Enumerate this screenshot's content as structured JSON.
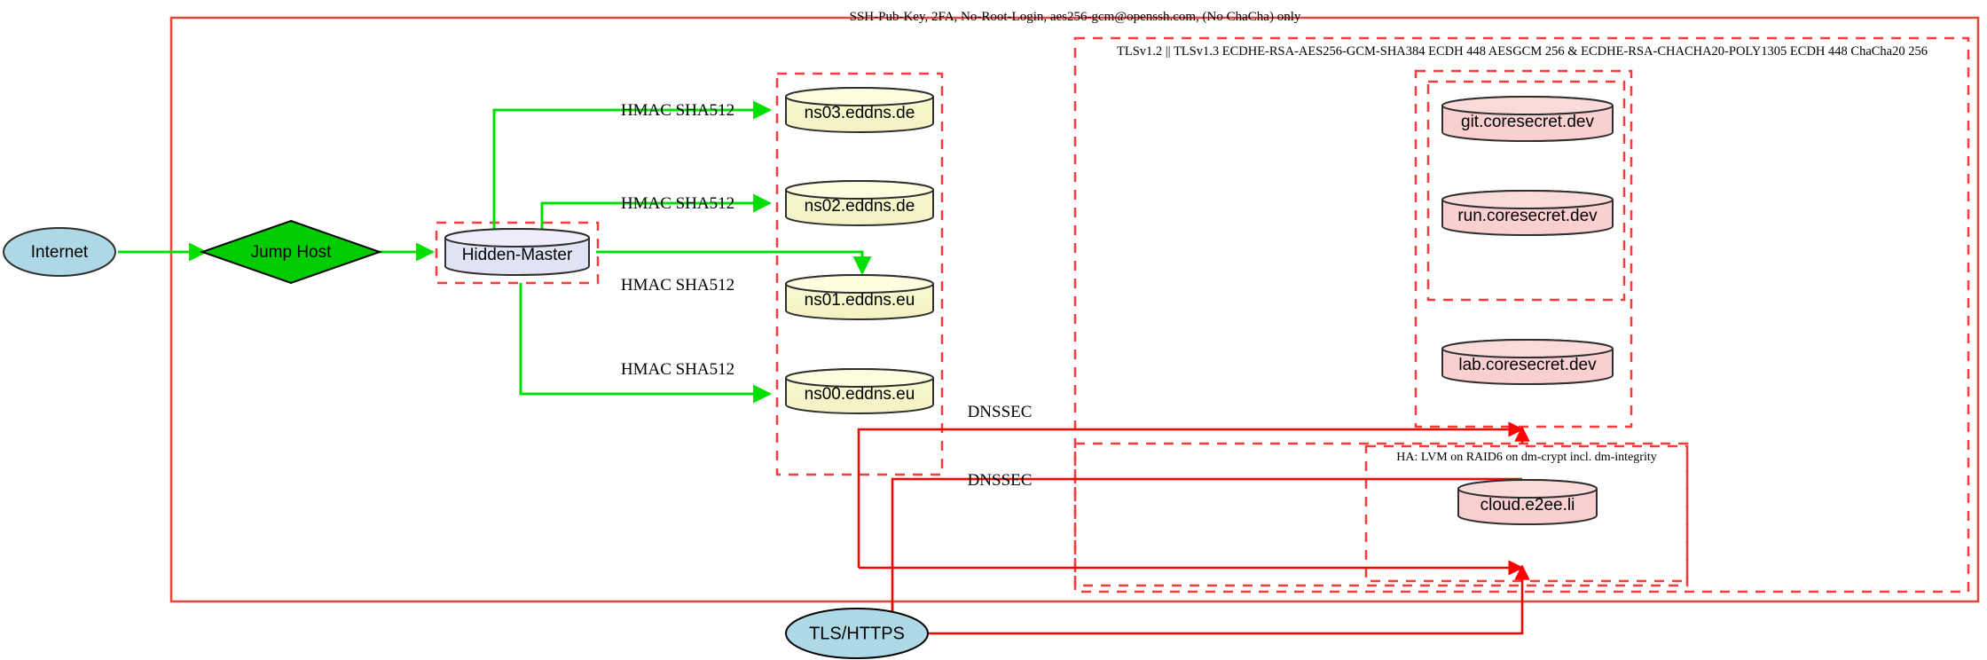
{
  "diagram": {
    "title_note": "SSH-Pub-Key, 2FA, No-Root-Login, aes256-gcm@openssh.com, (No ChaCha) only",
    "tls_note": "TLSv1.2 || TLSv1.3 ECDHE-RSA-AES256-GCM-SHA384 ECDH 448 AESGCM 256 & ECDHE-RSA-CHACHA20-POLY1305 ECDH 448 ChaCha20 256",
    "ha_note": "HA: LVM on RAID6 on dm-crypt incl. dm-integrity"
  },
  "colors": {
    "boundary_red": "#e8453c",
    "dashed_red": "#fb3b3b",
    "edge_green": "#00e000",
    "edge_red": "#ff0000",
    "internet_fill": "#add8e6",
    "jumphost_fill": "#00cc00",
    "master_fill": "#e2e2f5",
    "dns_fill": "#fbfbd4",
    "service_fill": "#f9cfcf",
    "stroke_dark": "#2f2f2f"
  },
  "nodes": {
    "internet": {
      "label": "Internet",
      "shape": "ellipse"
    },
    "jump_host": {
      "label": "Jump Host",
      "shape": "diamond"
    },
    "hidden_master": {
      "label": "Hidden-Master",
      "shape": "cylinder"
    },
    "tls_https": {
      "label": "TLS/HTTPS",
      "shape": "ellipse"
    }
  },
  "dns_servers": [
    {
      "label": "ns03.eddns.de"
    },
    {
      "label": "ns02.eddns.de"
    },
    {
      "label": "ns01.eddns.eu"
    },
    {
      "label": "ns00.eddns.eu"
    }
  ],
  "services": [
    {
      "label": "git.coresecret.dev"
    },
    {
      "label": "run.coresecret.dev"
    },
    {
      "label": "lab.coresecret.dev"
    },
    {
      "label": "cloud.e2ee.li"
    }
  ],
  "edge_labels": {
    "hmac": [
      "HMAC SHA512",
      "HMAC SHA512",
      "HMAC SHA512",
      "HMAC SHA512"
    ],
    "dnssec": [
      "DNSSEC",
      "DNSSEC"
    ]
  }
}
